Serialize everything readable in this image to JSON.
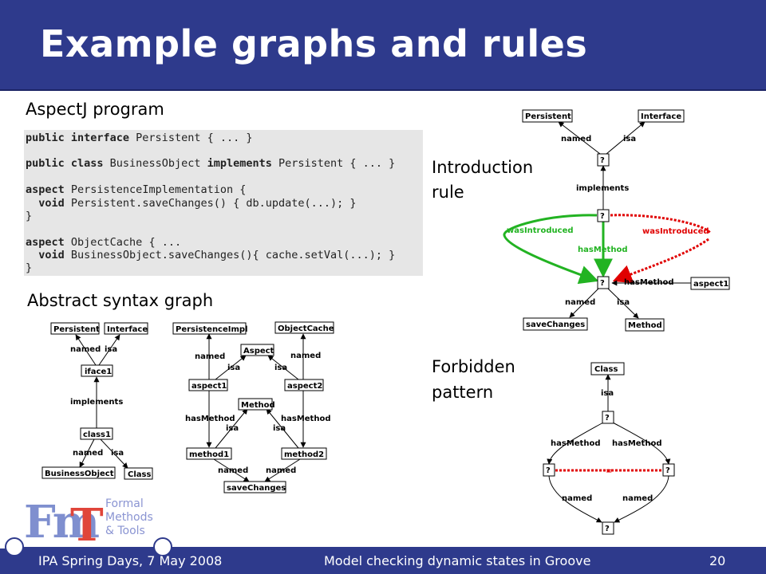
{
  "slide": {
    "title": "Example graphs and rules",
    "labels": {
      "aspectj": "AspectJ program",
      "syntax": "Abstract syntax graph",
      "intro1": "Introduction",
      "intro2": "rule",
      "forbidden1": "Forbidden",
      "forbidden2": "pattern"
    },
    "code": [
      {
        "kw": "public interface",
        "rest": " Persistent { ... }"
      },
      {
        "kw": "public class",
        "rest": " BusinessObject ",
        "kw2": "implements",
        "rest2": " Persistent { ... }"
      },
      {
        "kw": "aspect",
        "rest": " PersistenceImplementation {"
      },
      {
        "kw": "  void",
        "rest": " Persistent.saveChanges() { db.update(...); }"
      },
      {
        "kw": "",
        "rest": "}"
      },
      {
        "kw": "aspect",
        "rest": " ObjectCache { ..."
      },
      {
        "kw": "  void",
        "rest": " BusinessObject.saveChanges(){ cache.setVal(...); }"
      },
      {
        "kw": "",
        "rest": "}"
      }
    ],
    "asg": {
      "nodes": {
        "persistent": "Persistent",
        "interface": "Interface",
        "iface1": "iface1",
        "class1": "class1",
        "businessobject": "BusinessObject",
        "class": "Class",
        "persistenceimpl": "PersistenceImpl",
        "objectcache": "ObjectCache",
        "aspect": "Aspect",
        "aspect1": "aspect1",
        "aspect2": "aspect2",
        "method": "Method",
        "method1": "method1",
        "method2": "method2",
        "savechanges": "saveChanges"
      },
      "edges": {
        "named": "named",
        "isa": "isa",
        "implements": "implements",
        "hasMethod": "hasMethod"
      }
    },
    "intro": {
      "nodes": {
        "persistent": "Persistent",
        "interface": "Interface",
        "q": "?",
        "aspect1": "aspect1",
        "savechanges": "saveChanges",
        "method": "Method"
      },
      "edges": {
        "named": "named",
        "isa": "isa",
        "implements": "implements",
        "hasMethod": "hasMethod",
        "wasIntroduced": "wasIntroduced"
      }
    },
    "forbidden": {
      "nodes": {
        "class": "Class",
        "q": "?"
      },
      "edges": {
        "isa": "isa",
        "hasMethod": "hasMethod",
        "named": "named",
        "eq": "="
      }
    },
    "footer": {
      "left": "IPA Spring Days, 7 May 2008",
      "center": "Model checking dynamic states in Groove",
      "page": "20"
    },
    "logo": {
      "fm": "Fm",
      "t": "T",
      "w1": "Formal",
      "w2": "Methods",
      "w3": "& Tools"
    },
    "colors": {
      "header": "#2e3a8c",
      "green": "#22b322",
      "red": "#e00000"
    }
  }
}
